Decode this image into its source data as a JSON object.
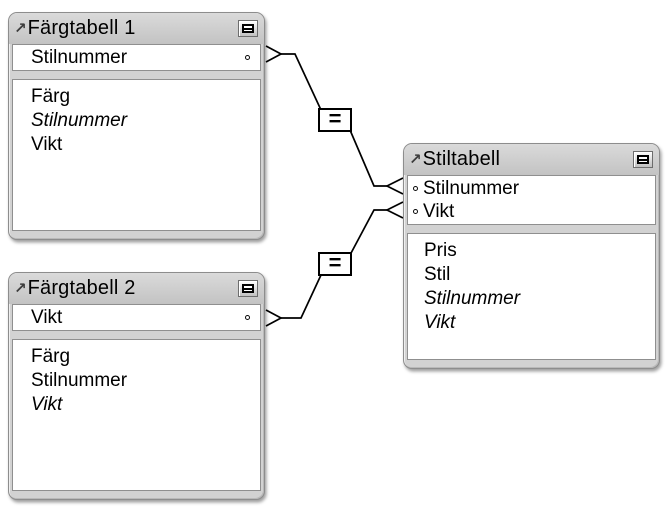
{
  "graph": {
    "kind": "relationships-graph",
    "colors": {
      "background": "#ffffff",
      "table_frame": "#d2d2d2",
      "header_gradient_top": "#dadada",
      "header_gradient_bottom": "#c3c3c3",
      "field_area": "#ffffff",
      "border": "#8f8f8f",
      "wire": "#000000",
      "text": "#000000"
    },
    "icons": {
      "ne_arrow": "↗",
      "collapse": "collapse-fields-toggle",
      "key_bullet": "small-ring"
    }
  },
  "tables": [
    {
      "title": "Färgtabell 1",
      "key_fields": [
        {
          "name": "Stilnummer",
          "italic": false
        }
      ],
      "fields": [
        {
          "name": "Färg",
          "italic": false
        },
        {
          "name": "Stilnummer",
          "italic": true
        },
        {
          "name": "Vikt",
          "italic": false
        }
      ]
    },
    {
      "title": "Färgtabell 2",
      "key_fields": [
        {
          "name": "Vikt",
          "italic": false
        }
      ],
      "fields": [
        {
          "name": "Färg",
          "italic": false
        },
        {
          "name": "Stilnummer",
          "italic": false
        },
        {
          "name": "Vikt",
          "italic": true
        }
      ]
    },
    {
      "title": "Stiltabell",
      "key_fields": [
        {
          "name": "Stilnummer",
          "italic": false
        },
        {
          "name": "Vikt",
          "italic": false
        }
      ],
      "fields": [
        {
          "name": "Pris",
          "italic": false
        },
        {
          "name": "Stil",
          "italic": false
        },
        {
          "name": "Stilnummer",
          "italic": true
        },
        {
          "name": "Vikt",
          "italic": true
        }
      ]
    }
  ],
  "relationships": [
    {
      "operator": "=",
      "from_table": "Färgtabell 1",
      "from_field": "Stilnummer",
      "to_table": "Stiltabell",
      "to_field": "Stilnummer"
    },
    {
      "operator": "=",
      "from_table": "Färgtabell 2",
      "from_field": "Vikt",
      "to_table": "Stiltabell",
      "to_field": "Vikt"
    }
  ]
}
